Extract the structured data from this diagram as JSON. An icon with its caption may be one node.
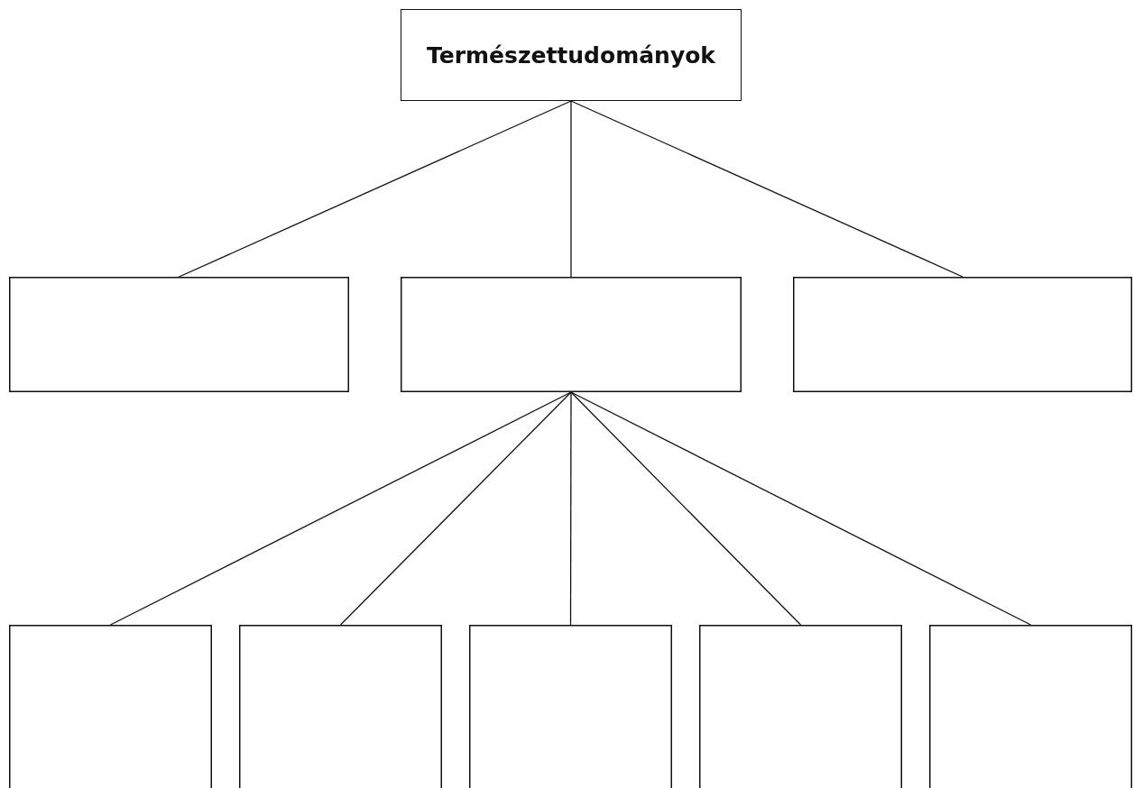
{
  "diagram": {
    "nodes": [
      {
        "text": [
          "Természettudományok"
        ]
      },
      {
        "text": [],
        "shape": "box"
      },
      {
        "text": [],
        "shape": "box"
      },
      {
        "text": [],
        "shape": "box"
      },
      {
        "text": [],
        "shape": "box"
      },
      {
        "text": [],
        "shape": "box"
      },
      {
        "text": [],
        "shape": "box"
      },
      {
        "text": [],
        "shape": "box"
      },
      {
        "text": [],
        "shape": "box"
      }
    ],
    "edges": [
      {
        "from": 0,
        "to": 1,
        "arrow": "none"
      },
      {
        "from": 0,
        "to": 2,
        "arrow": "none"
      },
      {
        "from": 0,
        "to": 3,
        "arrow": "none"
      },
      {
        "from": 2,
        "to": 4,
        "arrow": "none"
      },
      {
        "from": 2,
        "to": 5,
        "arrow": "none"
      },
      {
        "from": 2,
        "to": 6,
        "arrow": "none"
      },
      {
        "from": 2,
        "to": 7,
        "arrow": "none"
      },
      {
        "from": 2,
        "to": 8,
        "arrow": "none"
      }
    ]
  }
}
